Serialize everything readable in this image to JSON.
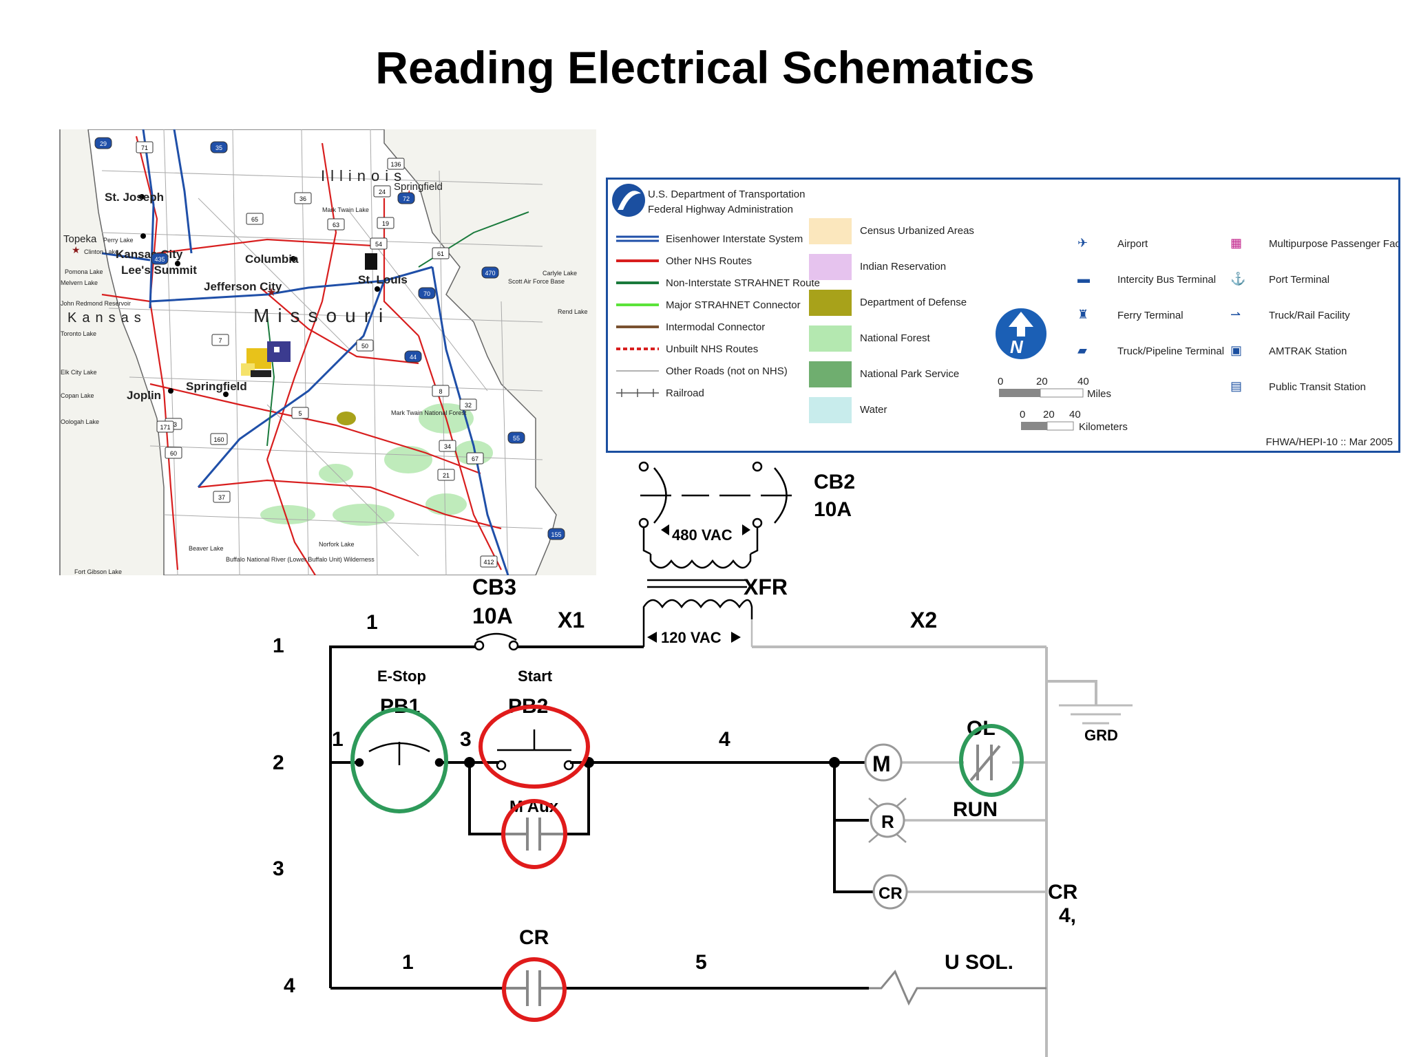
{
  "title": "Reading Electrical Schematics",
  "map": {
    "state_label": "Missouri",
    "cities": [
      {
        "name": "St. Joseph"
      },
      {
        "name": "Kansas City"
      },
      {
        "name": "Lee's Summit"
      },
      {
        "name": "Columbia"
      },
      {
        "name": "Jefferson City"
      },
      {
        "name": "St. Louis"
      },
      {
        "name": "Joplin"
      },
      {
        "name": "Springfield"
      }
    ],
    "outside_labels": {
      "illinois": "Illinois",
      "kansas": "Kansas",
      "springfield_il": "Springfield",
      "topeka": "Topeka",
      "perry_lake": "Perry Lake",
      "clinton_lake": "Clinton Lake",
      "pomona_lake": "Pomona Lake",
      "melvern_lake": "Melvern Lake",
      "john_redmond": "John Redmond Reservoir",
      "toronto_lake": "Toronto Lake",
      "elk_city_lake": "Elk City Lake",
      "copan_lake": "Copan Lake",
      "oologah_lake": "Oologah Lake",
      "fort_gibson": "Fort Gibson Lake",
      "carlyle_lake": "Carlyle Lake",
      "rend_lake": "Rend Lake",
      "scott_afb": "Scott Air Force Base",
      "beaver_lake": "Beaver Lake",
      "norfork_lake": "Norfork Lake",
      "buffalo": "Buffalo National River (Lower Buffalo Unit) Wilderness",
      "mark_twain_lake": "Mark Twain Lake",
      "mark_twain_forest": "Mark Twain National Forest"
    },
    "route_shields": [
      "29",
      "71",
      "35",
      "136",
      "72",
      "24",
      "36",
      "65",
      "63",
      "19",
      "54",
      "61",
      "70",
      "44",
      "55",
      "155",
      "412",
      "60",
      "160",
      "13",
      "5",
      "32",
      "67",
      "21",
      "34",
      "8",
      "50",
      "7",
      "171",
      "37",
      "435",
      "470"
    ]
  },
  "legend": {
    "agency_line1": "U.S. Department of Transportation",
    "agency_line2": "Federal Highway Administration",
    "routes": [
      {
        "label": "Eisenhower Interstate System",
        "color": "#1f4fa8",
        "style": "double"
      },
      {
        "label": "Other NHS Routes",
        "color": "#d81e1e",
        "style": "solid"
      },
      {
        "label": "Non-Interstate STRAHNET Route",
        "color": "#1a7a3c",
        "style": "solid"
      },
      {
        "label": "Major STRAHNET Connector",
        "color": "#5be33a",
        "style": "solid"
      },
      {
        "label": "Intermodal Connector",
        "color": "#7a5230",
        "style": "solid"
      },
      {
        "label": "Unbuilt NHS Routes",
        "color": "#d81e1e",
        "style": "dashed"
      },
      {
        "label": "Other Roads (not on NHS)",
        "color": "#999999",
        "style": "thin"
      },
      {
        "label": "Railroad",
        "color": "#555555",
        "style": "rail"
      }
    ],
    "areas": [
      {
        "label": "Census Urbanized Areas",
        "color": "#fbe7bd"
      },
      {
        "label": "Indian Reservation",
        "color": "#e6c3ee"
      },
      {
        "label": "Department of Defense",
        "color": "#a8a21a"
      },
      {
        "label": "National Forest",
        "color": "#b4e8b0"
      },
      {
        "label": "National Park Service",
        "color": "#6fae6f"
      },
      {
        "label": "Water",
        "color": "#c8ecec"
      }
    ],
    "scale_miles": {
      "ticks": [
        "0",
        "20",
        "40"
      ],
      "unit": "Miles"
    },
    "scale_km": {
      "ticks": [
        "0",
        "20",
        "40"
      ],
      "unit": "Kilometers"
    },
    "facilities_left": [
      "Airport",
      "Intercity Bus Terminal",
      "Ferry Terminal",
      "Truck/Pipeline Terminal"
    ],
    "facilities_right": [
      "Multipurpose Passenger Facility",
      "Port Terminal",
      "Truck/Rail Facility",
      "AMTRAK Station",
      "Public Transit Station"
    ],
    "footer": "FHWA/HEPI-10 :: Mar 2005"
  },
  "schematic": {
    "cb2_name": "CB2",
    "cb2_rating": "10A",
    "vac_primary": "480 VAC",
    "transformer": "XFR",
    "cb3_name": "CB3",
    "cb3_rating": "10A",
    "vac_secondary": "120 VAC",
    "x1": "X1",
    "x2": "X2",
    "grd": "GRD",
    "rung_numbers": [
      "1",
      "2",
      "3",
      "4"
    ],
    "wire_1_top": "1",
    "wire_1_rung2": "1",
    "wire_3": "3",
    "wire_4": "4",
    "wire_1_rung4": "1",
    "wire_5": "5",
    "estop_label": "E-Stop",
    "pb1": "PB1",
    "start_label": "Start",
    "pb2": "PB2",
    "maux": "M Aux",
    "motor": "M",
    "ol": "OL",
    "run": "RUN",
    "lamp": "R",
    "cr_coil": "CR",
    "cr_ref": "CR",
    "cr_ref2": "4,",
    "cr_contact": "CR",
    "u_sol": "U SOL.",
    "highlight_colors": {
      "green": "#2e9a5a",
      "red": "#e01b1b"
    }
  }
}
